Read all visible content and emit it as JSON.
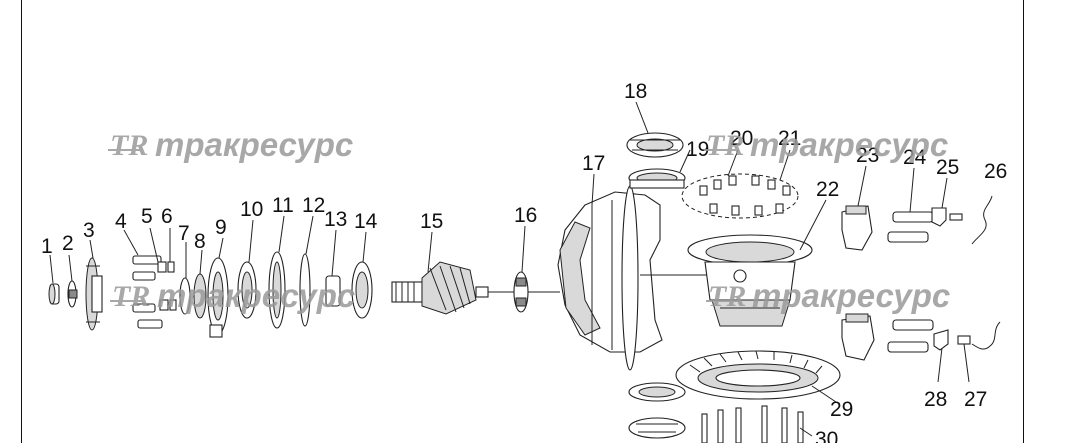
{
  "diagram": {
    "callouts": [
      "1",
      "2",
      "3",
      "4",
      "5",
      "6",
      "7",
      "8",
      "9",
      "10",
      "11",
      "12",
      "13",
      "14",
      "15",
      "16",
      "17",
      "18",
      "19",
      "20",
      "21",
      "22",
      "23",
      "24",
      "25",
      "26",
      "27",
      "28",
      "29",
      "30"
    ]
  },
  "watermark": {
    "logo": "TR",
    "text": "тракресурс",
    "color": "#9a9a9a"
  }
}
